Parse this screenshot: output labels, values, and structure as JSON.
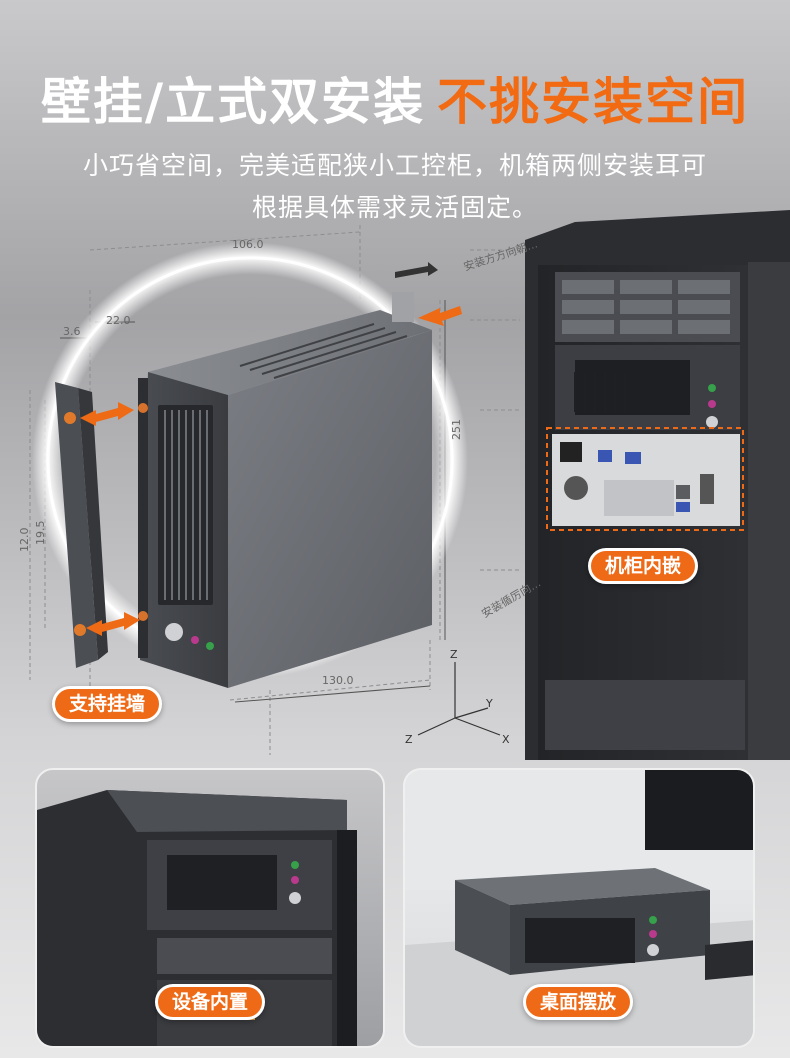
{
  "headline": {
    "part1": "壁挂/立式双安装",
    "part2": "不挑安装空间"
  },
  "subtitle": {
    "line1": "小巧省空间，完美适配狭小工控柜，机箱两侧安装耳可",
    "line2": "根据具体需求灵活固定。"
  },
  "dimensions": {
    "width_total": "106.0",
    "ear_offset": "22.0",
    "ear_thickness": "3.6",
    "height": "251",
    "hole_span": "12.0",
    "hole_pitch": "19.5",
    "depth": "130.0"
  },
  "direction_labels": {
    "install_side": "安装方方向朝…",
    "install_along": "安装循厉向…"
  },
  "axes": {
    "z_top": "Z",
    "y": "Y",
    "x": "X",
    "z_left": "Z"
  },
  "badges": {
    "wall_mount": "支持挂墙",
    "cabinet_embed": "机柜内嵌",
    "device_inside": "设备内置",
    "desktop": "桌面摆放"
  },
  "colors": {
    "accent": "#f26a12",
    "headline_white": "#ffffff",
    "chassis": "#5d6066"
  }
}
